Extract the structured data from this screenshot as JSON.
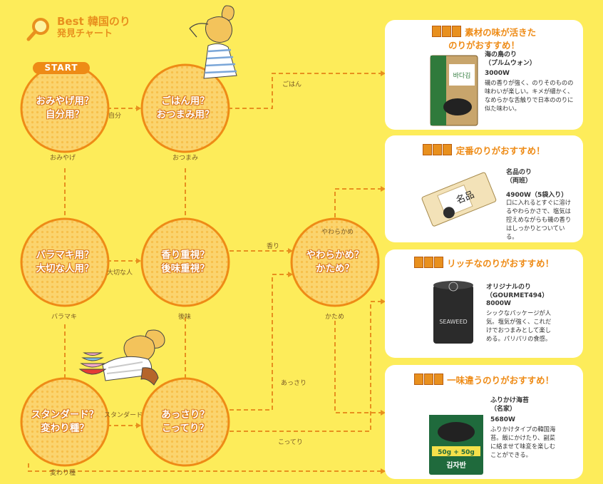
{
  "header": {
    "title_line1": "Best 韓国のり",
    "title_line2": "発見チャート"
  },
  "start_label": "START",
  "nodes": {
    "n1": {
      "line1": "おみやげ用？",
      "line2": "自分用？"
    },
    "n2": {
      "line1": "ごはん用？",
      "line2": "おつまみ用？"
    },
    "n3": {
      "line1": "バラマキ用？",
      "line2": "大切な人用？"
    },
    "n4": {
      "line1": "香り重視？",
      "line2": "後味重視？"
    },
    "n5": {
      "line1": "やわらかめ？",
      "line2": "かため？"
    },
    "n6": {
      "line1": "スタンダード？",
      "line2": "変わり種？"
    },
    "n7": {
      "line1": "あっさり？",
      "line2": "こってり？"
    }
  },
  "edge_labels": {
    "jibun": "自分",
    "gohan": "ごはん",
    "omiyage": "おみやげ",
    "otsumami": "おつまみ",
    "taisetsu": "大切な人",
    "kaori": "香り",
    "yawarakame": "やわらかめ",
    "baramaki": "バラマキ",
    "atoaji": "後味",
    "katame": "かため",
    "standard": "スタンダード",
    "assari": "あっさり",
    "kotteri": "こってり",
    "kawaridane": "変わり種"
  },
  "results": [
    {
      "title_line1": "素材の味が活きた",
      "title_line2": "のりがおすすめ！",
      "name_line1": "海の鳥のり",
      "name_line2": "（プルムウォン）",
      "price": "3000W",
      "desc": "磯の香りが強く、のりそのものの味わいが楽しい。キメが細かく、なめらかな舌触りで日本ののりに似た味わい。"
    },
    {
      "title_line1": "定番のりがおすすめ！",
      "name_line1": "名品のり",
      "name_line2": "（両班）",
      "price": "4900W（5袋入り）",
      "desc": "口に入れるとすぐに溶けるやわらかさで、塩気は控えめながらも磯の香りはしっかりとついている。"
    },
    {
      "title_line1": "リッチなのりがおすすめ！",
      "name_line1": "オリジナルのり",
      "name_line2": "（GOURMET494）",
      "price": "8000W",
      "desc": "シックなパッケージが人気。塩気が強く、これだけでおつまみとして楽しめる。パリパリの食感。"
    },
    {
      "title_line1": "一味違うのりがおすすめ！",
      "name_line1": "ふりかけ海苔",
      "name_line2": "（名家）",
      "price": "5680W",
      "desc": "ふりかけタイプの韓国海苔。飯にかけたり、副菜に絡ませて味変を楽しむことができる。"
    }
  ],
  "package_text": {
    "nori1": "바다김",
    "tin": "SEAWEED",
    "pack4a": "50g + 50g",
    "pack4b": "김자반"
  },
  "colors": {
    "background": "#fdec5a",
    "accent": "#ee8b16",
    "node_fill": "#fbd06a",
    "dash": "#e8901e"
  }
}
